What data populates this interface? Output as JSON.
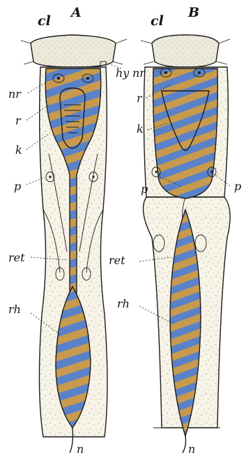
{
  "figure": {
    "panels": [
      {
        "id": "A",
        "letter": "A",
        "labels": {
          "cl": "cl",
          "nr": "nr",
          "hy": "hy",
          "r": "r",
          "k": "k",
          "p": "p",
          "ret": "ret",
          "rh": "rh",
          "n": "n"
        }
      },
      {
        "id": "B",
        "letter": "B",
        "labels": {
          "cl": "cl",
          "nr": "nr",
          "r": "r",
          "k": "k",
          "p_left": "p",
          "p_right": "p",
          "ret": "ret",
          "rh": "rh",
          "n": "n"
        }
      }
    ]
  },
  "colors": {
    "stripe_orange": "#c89a4e",
    "stripe_blue": "#5a82c8",
    "cell_fill": "#f7f3e6",
    "lens_fill": "#eeeada",
    "stipple": "#7fa27a",
    "ink": "#1c1c1c"
  }
}
